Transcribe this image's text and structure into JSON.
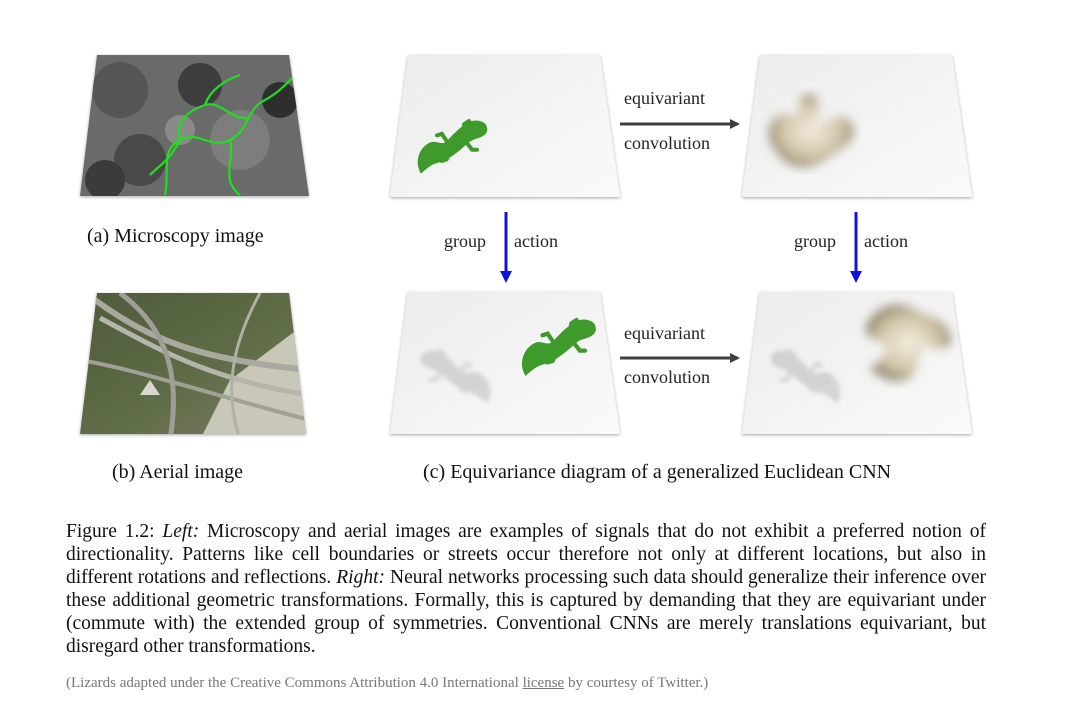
{
  "panel_a": {
    "caption": "(a) Microscopy image"
  },
  "panel_b": {
    "caption": "(b) Aerial image"
  },
  "panel_c": {
    "caption": "(c) Equivariance diagram of a generalized Euclidean CNN",
    "top_arrow": {
      "line1": "equivariant",
      "line2": "convolution"
    },
    "bottom_arrow": {
      "line1": "equivariant",
      "line2": "convolution"
    },
    "left_vertical": {
      "left": "group",
      "right": "action"
    },
    "right_vertical": {
      "left": "group",
      "right": "action"
    }
  },
  "figure_caption": {
    "label": "Figure 1.2:",
    "left_tag": "Left:",
    "left_text": " Microscopy and aerial images are examples of signals that do not exhibit a preferred notion of directionality. Patterns like cell boundaries or streets occur therefore not only at different locations, but also in different rotations and reflections. ",
    "right_tag": "Right:",
    "right_text": " Neural networks processing such data should generalize their inference over these additional geometric transformations. Formally, this is captured by demanding that they are equivariant under (commute with) the extended group of symmetries. Conventional CNNs are merely translations equivariant, but disregard other transformations."
  },
  "attribution": {
    "prefix": "(Lizards adapted under the Creative Commons Attribution 4.0 International ",
    "link": "license",
    "suffix": " by courtesy of Twitter.)"
  },
  "colors": {
    "arrow_dark": "#404040",
    "arrow_blue": "#1010e0",
    "lizard_green": "#3f9a2c",
    "segmentation_green": "#22dd22"
  }
}
